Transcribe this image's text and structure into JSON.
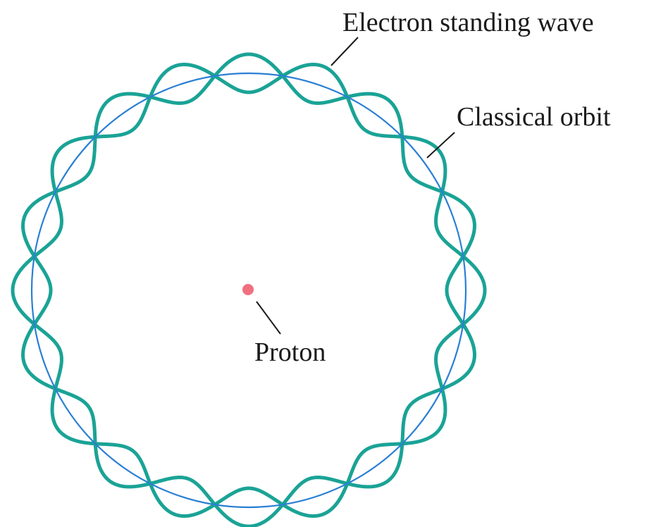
{
  "labels": {
    "standing_wave": "Electron standing wave",
    "classical_orbit": "Classical orbit",
    "proton": "Proton"
  },
  "wave": {
    "wavelengths": 10,
    "color": "#1aa396"
  },
  "orbit": {
    "color": "#2a7fd4"
  },
  "proton": {
    "color": "#f07080"
  }
}
